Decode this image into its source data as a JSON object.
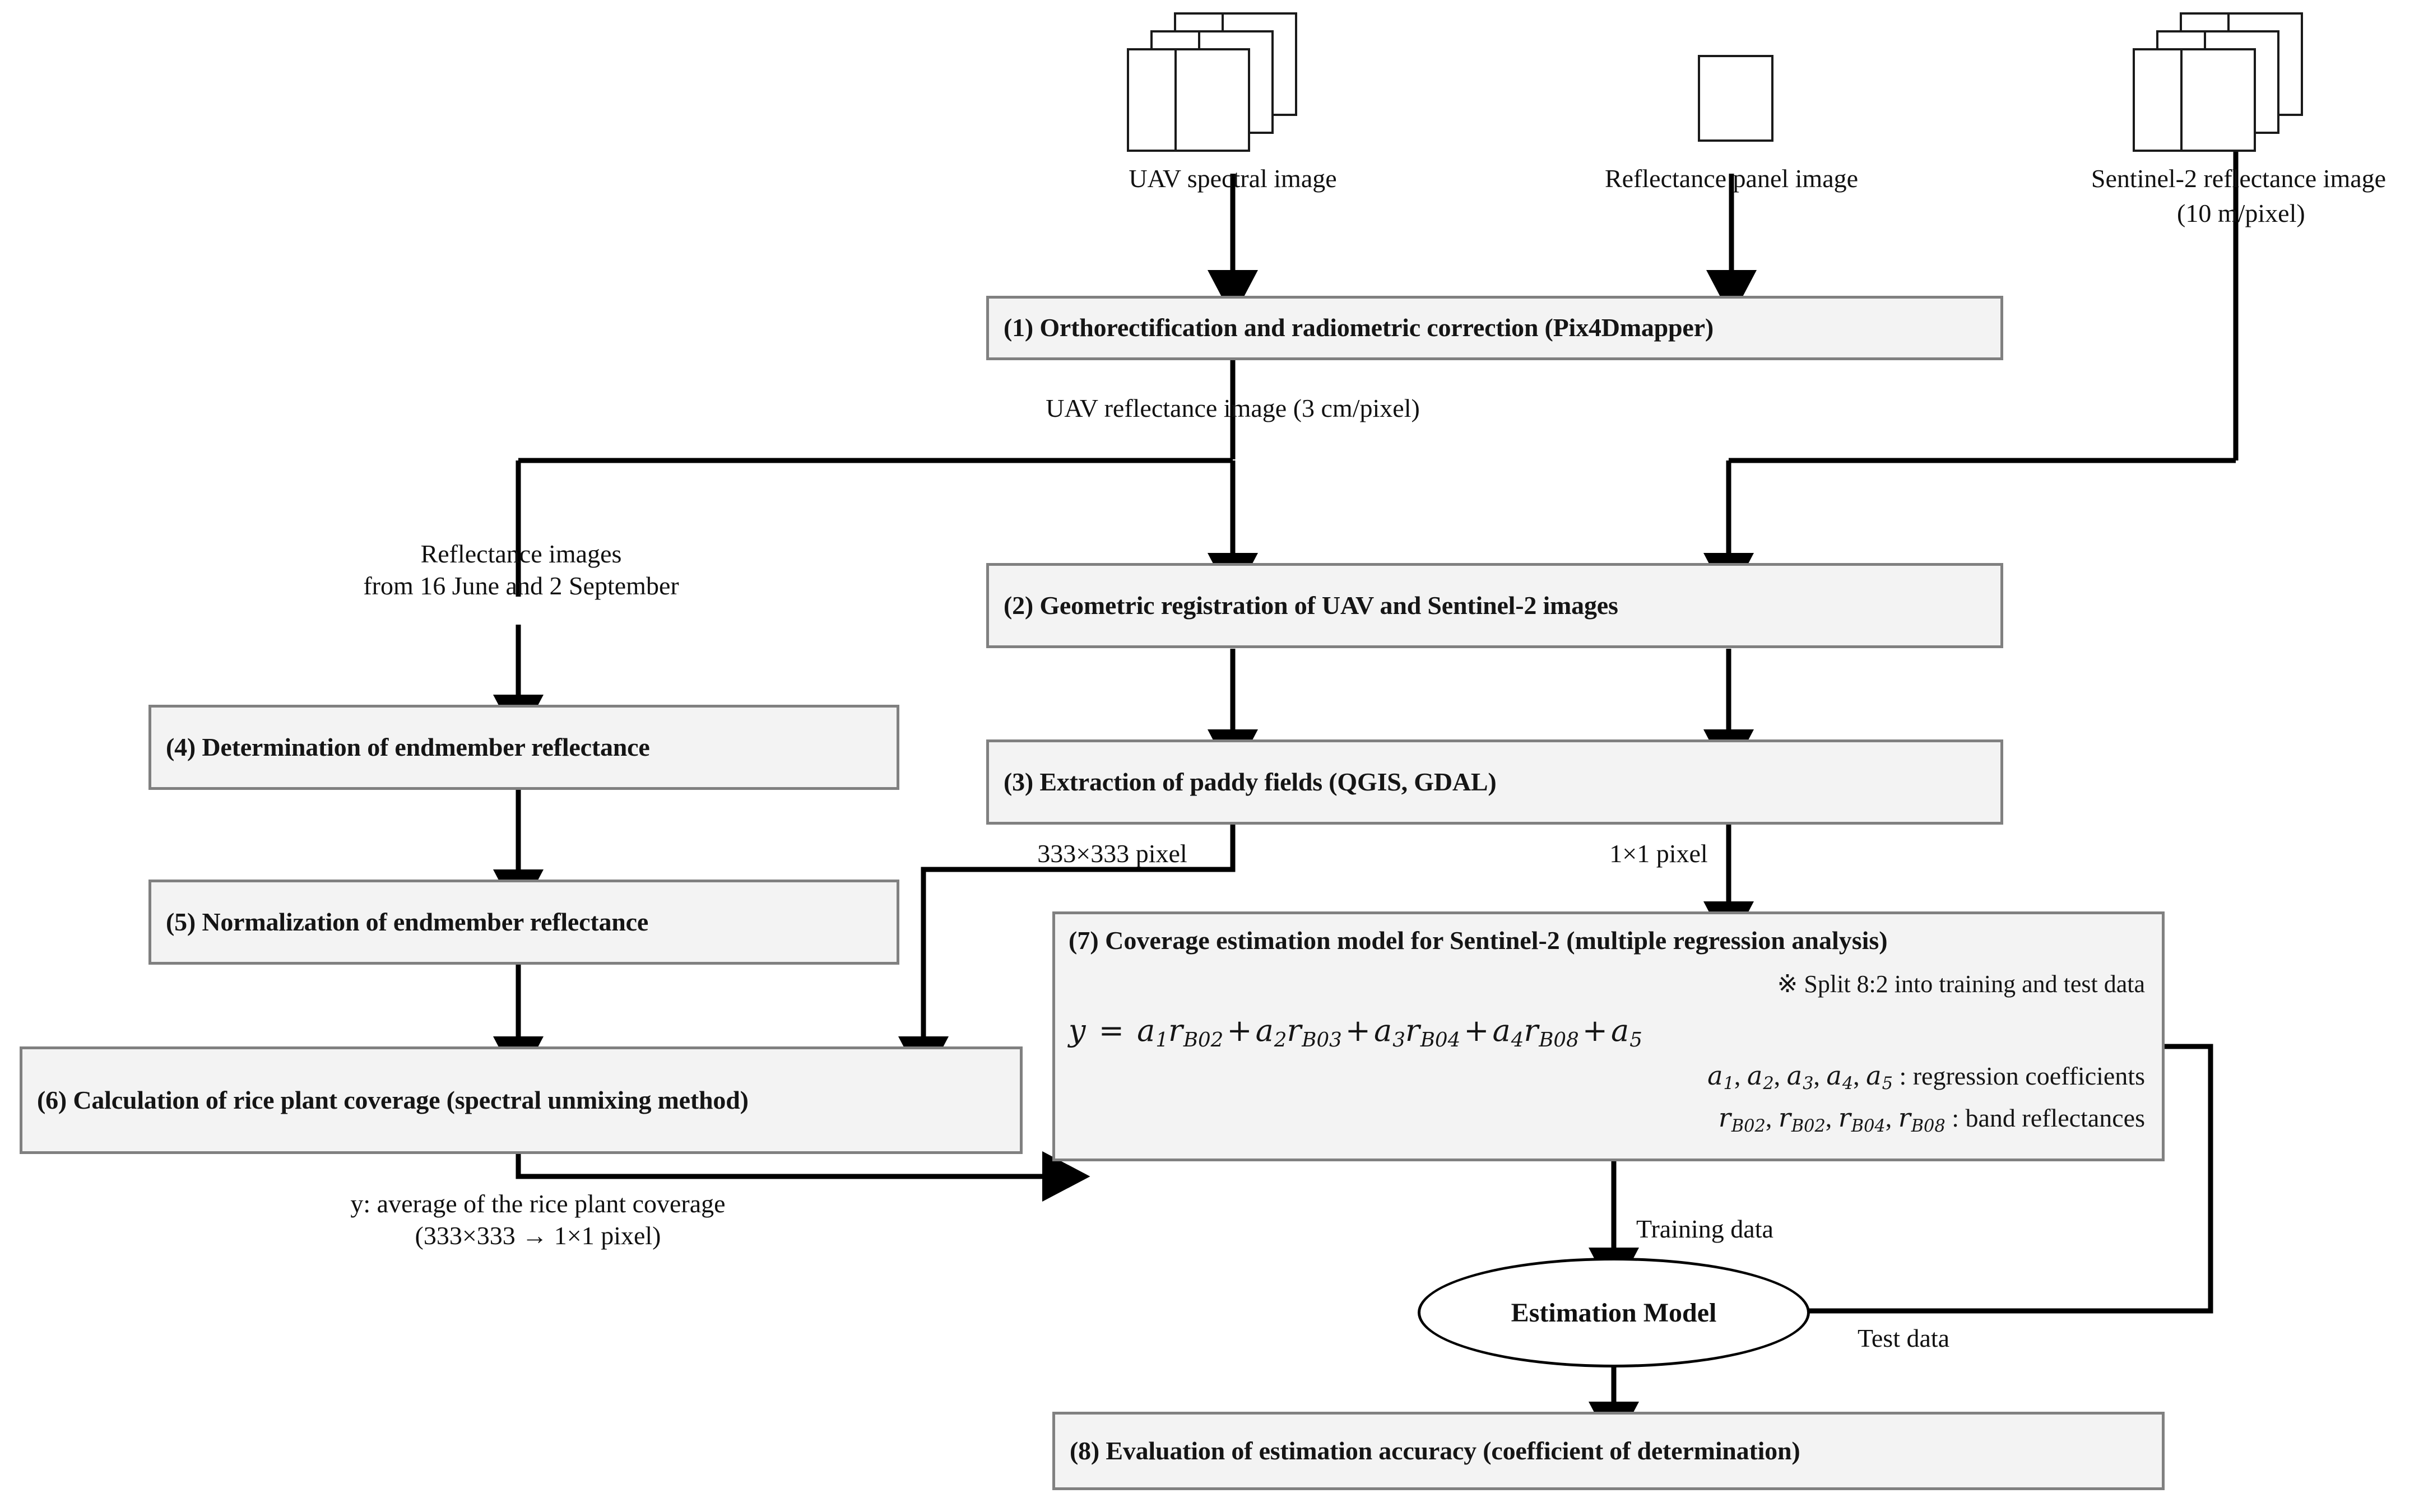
{
  "diagram": {
    "title": "Rice plant coverage estimation workflow",
    "colors": {
      "box_fill": "#f3f3f3",
      "box_border": "#808080",
      "connector": "#000000",
      "text": "#151515",
      "page_background": "#ffffff"
    }
  },
  "inputs": [
    {
      "id": "uav-spectral-image",
      "icon": "document-stack-icon",
      "label": "UAV spectral image",
      "sublabel": ""
    },
    {
      "id": "reflectance-panel-image",
      "icon": "document-single-icon",
      "label": "Reflectance panel image",
      "sublabel": ""
    },
    {
      "id": "sentinel2-reflectance-image",
      "icon": "document-stack-icon",
      "label": "Sentinel-2 reflectance image",
      "sublabel": "(10 m/pixel)"
    }
  ],
  "steps": [
    {
      "number": "(1)",
      "label": "(1) Orthorectification and radiometric correction (Pix4Dmapper)"
    },
    {
      "number": "(2)",
      "label": "(2) Geometric registration of UAV and Sentinel-2 images"
    },
    {
      "number": "(3)",
      "label": "(3) Extraction of paddy fields (QGIS, GDAL)"
    },
    {
      "number": "(4)",
      "label": "(4) Determination of endmember reflectance"
    },
    {
      "number": "(5)",
      "label": "(5) Normalization of endmember reflectance"
    },
    {
      "number": "(6)",
      "label": "(6) Calculation of rice plant coverage (spectral unmixing method)"
    },
    {
      "number": "(8)",
      "label": "(8) Evaluation of estimation accuracy (coefficient of determination)"
    }
  ],
  "model_box": {
    "title": "(7) Coverage estimation model for Sentinel-2 (multiple regression analysis)",
    "note": "※ Split 8:2 into training and test data",
    "equation_plain": "y = a1 rB02 + a2 rB03 + a3 rB04 + a4 rB08 + a5",
    "equation": {
      "lhs": "y",
      "eq": "=",
      "terms": [
        {
          "coef": "a",
          "coef_sub": "1",
          "var": "r",
          "var_sub": "B02"
        },
        {
          "coef": "a",
          "coef_sub": "2",
          "var": "r",
          "var_sub": "B03"
        },
        {
          "coef": "a",
          "coef_sub": "3",
          "var": "r",
          "var_sub": "B04"
        },
        {
          "coef": "a",
          "coef_sub": "4",
          "var": "r",
          "var_sub": "B08"
        }
      ],
      "intercept": {
        "coef": "a",
        "coef_sub": "5"
      },
      "operator": "+"
    },
    "coefficients_line": {
      "symbols": [
        "a1",
        "a2",
        "a3",
        "a4",
        "a5"
      ],
      "description": ": regression coefficients"
    },
    "reflectances_line": {
      "symbols": [
        "rB02",
        "rB02",
        "rB04",
        "rB08"
      ],
      "description": ": band reflectances"
    }
  },
  "estimation_node": {
    "label": "Estimation Model",
    "shape": "ellipse"
  },
  "edge_labels": [
    {
      "id": "uav-reflectance",
      "text": "UAV reflectance image (3 cm/pixel)"
    },
    {
      "id": "reflectance-images-line1",
      "text": "Reflectance images"
    },
    {
      "id": "reflectance-images-line2",
      "text": "from 16 June and 2 September"
    },
    {
      "id": "pixel-333",
      "text": "333×333 pixel"
    },
    {
      "id": "pixel-1x1",
      "text": "1×1 pixel"
    },
    {
      "id": "y-average-line1",
      "text": "y: average of the rice plant coverage"
    },
    {
      "id": "y-average-line2",
      "text": "(333×333 → 1×1 pixel)"
    },
    {
      "id": "training-data",
      "text": "Training data"
    },
    {
      "id": "test-data",
      "text": "Test data"
    }
  ]
}
